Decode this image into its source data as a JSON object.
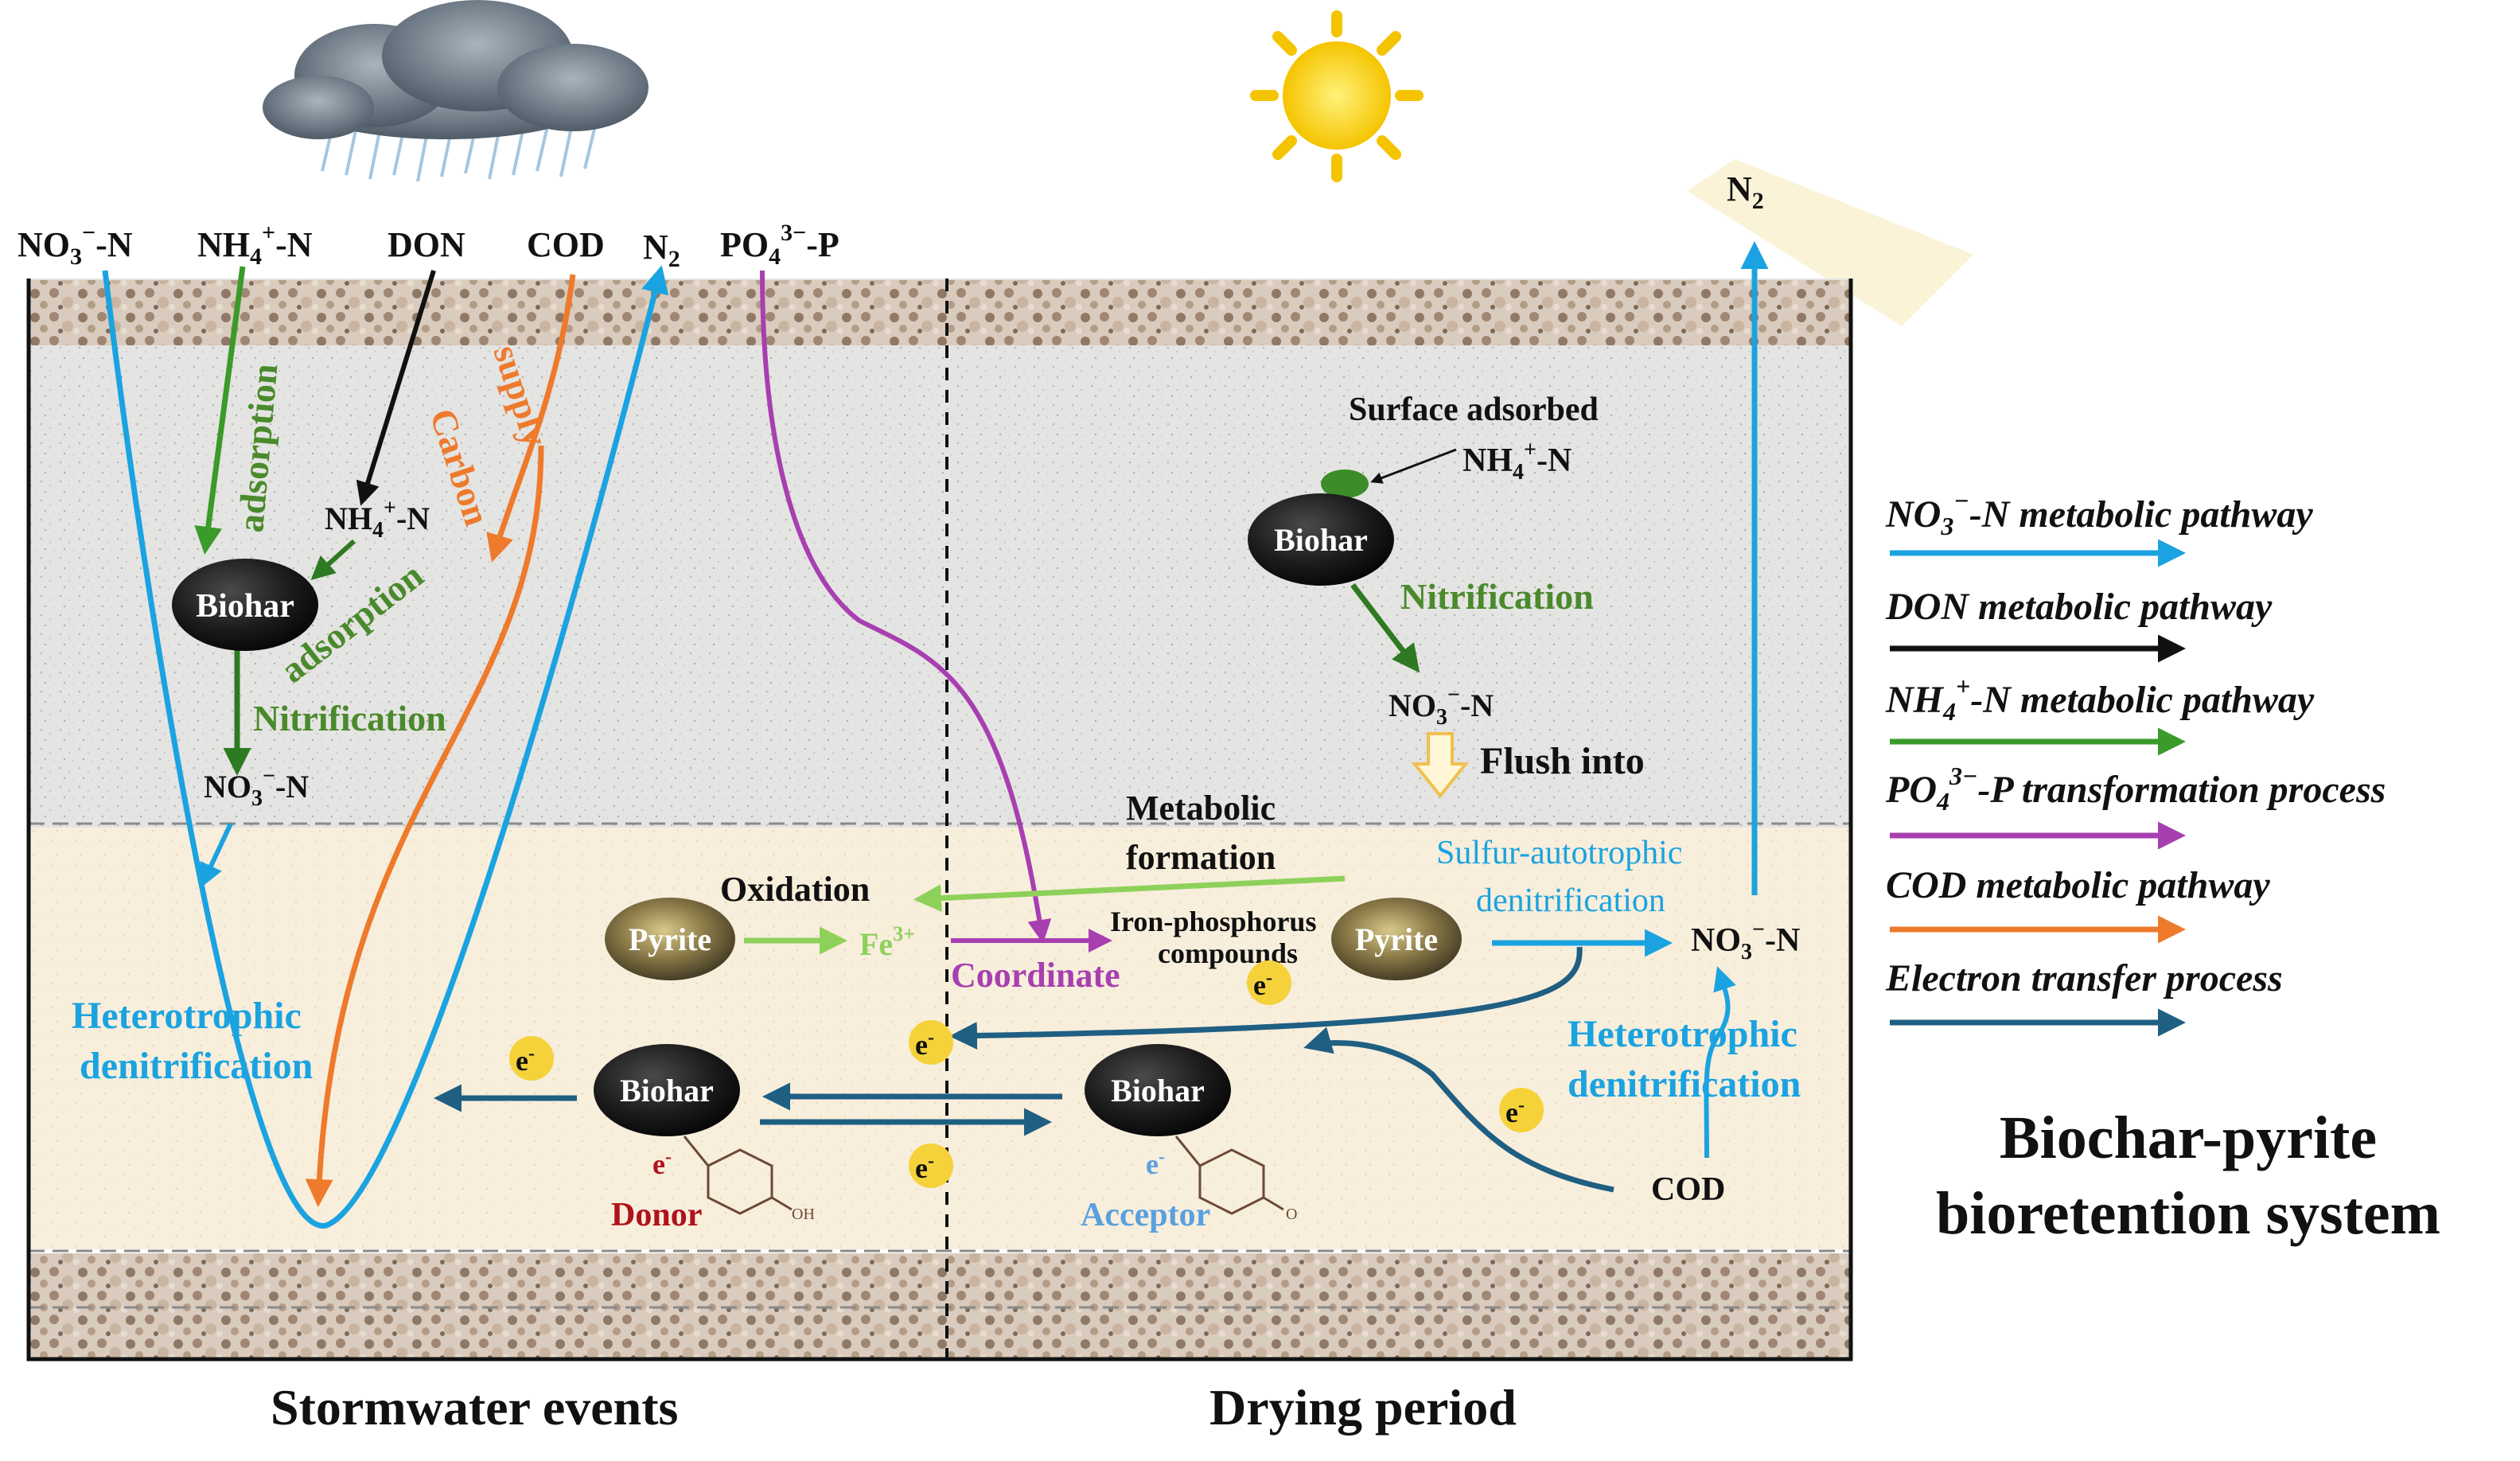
{
  "colors": {
    "no3_blue": "#1aa3e0",
    "don_black": "#111111",
    "nh4_green": "#3a9a2a",
    "po4_purple": "#a83fb0",
    "cod_orange": "#ee7a2c",
    "electron_teal": "#1f5f82",
    "nitrif_green": "#4a8a2c",
    "fe_lightgreen": "#8ed15a",
    "donor_red": "#b0121b",
    "acceptor_blue": "#5aa0e0",
    "e_badge_yellow": "#f5d23a"
  },
  "icons": {
    "cloud": "rain-cloud-icon",
    "sun": "sun-icon",
    "biochar": "biochar-particle-icon",
    "pyrite": "pyrite-mineral-icon",
    "electron": "electron-badge-icon"
  },
  "top": {
    "no3": "NO",
    "no3_sub": "3",
    "no3_sup": "−",
    "no3_tail": "-N",
    "nh4": "NH",
    "nh4_sub": "4",
    "nh4_sup": "+",
    "nh4_tail": "-N",
    "don": "DON",
    "cod": "COD",
    "n2": "N",
    "n2_sub": "2",
    "po4": "PO",
    "po4_sub": "4",
    "po4_sup": "3−",
    "po4_tail": "-P",
    "n2_right": "N",
    "n2_right_sub": "2"
  },
  "left": {
    "adsorption1": "adsorption",
    "carbon": "Carbon",
    "supply": "supply",
    "nh4n": "NH",
    "nh4n_sub": "4",
    "nh4n_sup": "+",
    "nh4n_tail": "-N",
    "adsorption2": "adsorption",
    "biohar": "Biohar",
    "nitrification": "Nitrification",
    "no3n": "NO",
    "no3n_sub": "3",
    "no3n_sup": "−",
    "no3n_tail": "-N",
    "hetero1": "Heterotrophic",
    "hetero2": "denitrification"
  },
  "middle": {
    "oxidation": "Oxidation",
    "pyrite": "Pyrite",
    "fe": "Fe",
    "fe_sup": "3+",
    "coordinate": "Coordinate",
    "metabolic1": "Metabolic",
    "metabolic2": "formation",
    "ironp1": "Iron-phosphorus",
    "ironp2": "compounds",
    "electron": "e",
    "electron_sup": "-",
    "donor_biohar": "Biohar",
    "donor_e": "e",
    "donor_e_sup": "-",
    "donor": "Donor",
    "donor_oh": "OH",
    "acceptor_biohar": "Biohar",
    "acceptor_e": "e",
    "acceptor_e_sup": "-",
    "acceptor": "Acceptor",
    "acceptor_o": "O"
  },
  "right": {
    "surface1": "Surface adsorbed",
    "surface_nh4": "NH",
    "surface_nh4_sub": "4",
    "surface_nh4_sup": "+",
    "surface_nh4_tail": "-N",
    "biohar": "Biohar",
    "nitrification": "Nitrification",
    "no3n": "NO",
    "no3n_sub": "3",
    "no3n_sup": "−",
    "no3n_tail": "-N",
    "flush": "Flush into",
    "sulfur1": "Sulfur-autotrophic",
    "sulfur2": "denitrification",
    "pyrite": "Pyrite",
    "no3n2": "NO",
    "no3n2_sub": "3",
    "no3n2_sup": "−",
    "no3n2_tail": "-N",
    "hetero1": "Heterotrophic",
    "hetero2": "denitrification",
    "cod": "COD"
  },
  "legend": {
    "items": [
      {
        "pre": "NO",
        "sub": "3",
        "sup": "−",
        "post": "-N metabolic pathway",
        "color": "#1aa3e0"
      },
      {
        "pre": "DON metabolic pathway",
        "sub": "",
        "sup": "",
        "post": "",
        "color": "#111111"
      },
      {
        "pre": "NH",
        "sub": "4",
        "sup": "+",
        "post": "-N metabolic pathway",
        "color": "#3a9a2a"
      },
      {
        "pre": "PO",
        "sub": "4",
        "sup": "3−",
        "post": "-P transformation process",
        "color": "#a83fb0"
      },
      {
        "pre": "COD metabolic pathway",
        "sub": "",
        "sup": "",
        "post": "",
        "color": "#ee7a2c"
      },
      {
        "pre": "Electron transfer process",
        "sub": "",
        "sup": "",
        "post": "",
        "color": "#1f5f82"
      }
    ]
  },
  "bottom": {
    "stormwater": "Stormwater events",
    "drying": "Drying period"
  },
  "system": {
    "line1": "Biochar-pyrite",
    "line2": "bioretention system"
  }
}
